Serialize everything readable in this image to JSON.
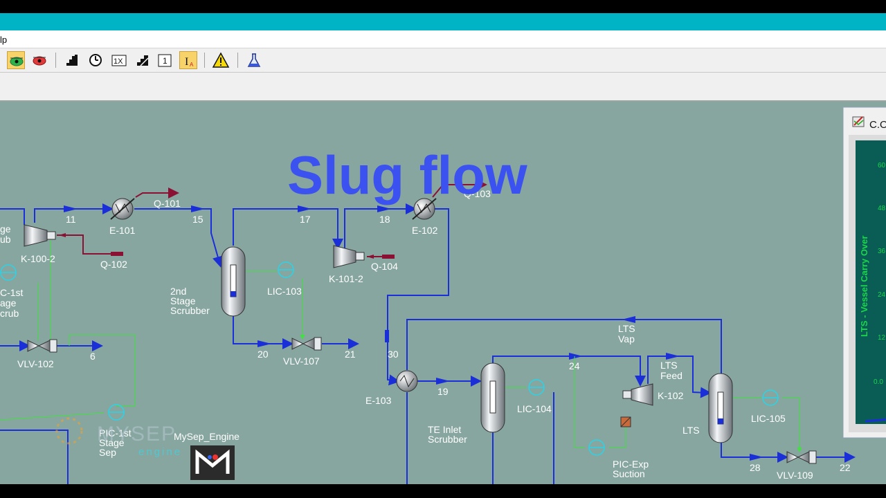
{
  "window": {
    "menu_fragment": "lp"
  },
  "overlay": {
    "title": "Slug flow",
    "watermark_brand": "MYSEP",
    "watermark_sub": "engine",
    "engine_label": "MySep_Engine"
  },
  "colors": {
    "canvas": "#87a69f",
    "pipe": "#1a2fd8",
    "signal": "#3fe33f",
    "energy": "#8a1034",
    "title_bar": "#00b4c6",
    "controller": "#2ad4e8",
    "overlay_title": "#3b52f0"
  },
  "toolbar": {
    "icons": [
      "ready-object-icon",
      "hold-object-icon",
      "integrator-icon",
      "clock-icon",
      "one-x-speed-icon",
      "step-icon",
      "one-step-icon",
      "text-annotation-icon",
      "warning-icon",
      "flask-icon"
    ],
    "active": [
      "ready-object-icon",
      "text-annotation-icon"
    ]
  },
  "pfd": {
    "streams": {
      "s11": "11",
      "s15": "15",
      "s17": "17",
      "s18": "18",
      "s6": "6",
      "s20": "20",
      "s21": "21",
      "s30": "30",
      "s19": "19",
      "s24": "24",
      "s28": "28",
      "s22": "22",
      "lts_feed": "LTS\nFeed",
      "lts_vap": "LTS\nVap"
    },
    "equipment": {
      "e101": "E-101",
      "e102": "E-102",
      "e103": "E-103",
      "k1002": "K-100-2",
      "k1012": "K-101-2",
      "k102": "K-102",
      "vlv102": "VLV-102",
      "vlv107": "VLV-107",
      "vlv109": "VLV-109",
      "scrubber2": "2nd\nStage\nScrubber",
      "te_inlet": "TE Inlet\nScrubber",
      "lts": "LTS",
      "scrub_left": "ge\nub"
    },
    "energy": {
      "q101": "Q-101",
      "q102": "Q-102",
      "q103": "Q-103",
      "q104": "Q-104"
    },
    "controllers": {
      "lic103": "LIC-103",
      "lic104": "LIC-104",
      "lic105": "LIC-105",
      "pic_left": "C-1st\nage\ncrub",
      "pic_1st": "PIC-1st\nStage\nSep",
      "pic_exp": "PIC-Exp\nSuction"
    }
  },
  "trend_window": {
    "title": "C.O",
    "ylabel": "LTS - Vessel Carry Over",
    "ticks": [
      "60",
      "48",
      "36",
      "24",
      "12",
      "0.0"
    ]
  }
}
